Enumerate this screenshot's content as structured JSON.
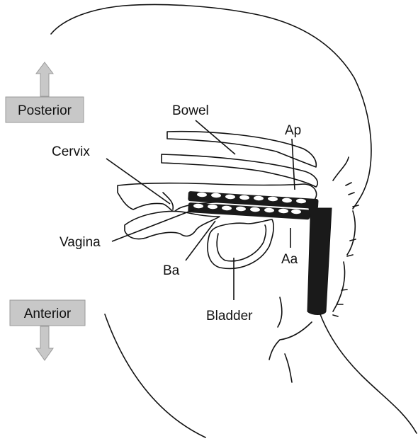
{
  "directions": {
    "top": "Posterior",
    "bottom": "Anterior"
  },
  "labels": {
    "bowel": "Bowel",
    "cervix": "Cervix",
    "vagina": "Vagina",
    "ba": "Ba",
    "bladder": "Bladder",
    "ap": "Ap",
    "aa": "Aa"
  },
  "colors": {
    "line": "#111111",
    "probe": "#1a1a1a",
    "direction_box": "#c8c8c8"
  }
}
